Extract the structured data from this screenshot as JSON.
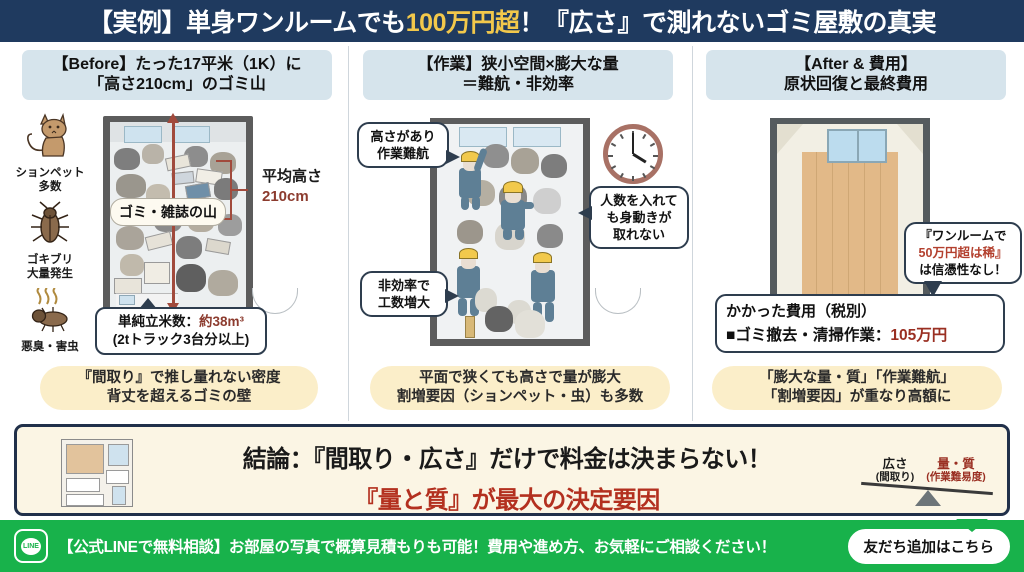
{
  "header": {
    "text_before": "【実例】単身ワンルームでも",
    "highlight": "100万円超",
    "text_after": "！『広さ』で測れないゴミ屋敷の真実",
    "bg_color": "#1f3a5f",
    "highlight_color": "#f2c84b"
  },
  "columns": {
    "before": {
      "heading_line1": "【Before】たった17平米（1K）に",
      "heading_line2": "「高さ210cm」のゴミ山",
      "side_icons": [
        {
          "icon": "cat-icon",
          "label_line1": "ションペット",
          "label_line2": "多数"
        },
        {
          "icon": "cockroach-icon",
          "label_line1": "ゴキブリ",
          "label_line2": "大量発生"
        },
        {
          "icon": "odor-pest-icon",
          "label_line1": "悪臭・害虫",
          "label_line2": ""
        }
      ],
      "pile_label": "ゴミ・雑誌の山",
      "avg_height_label": "平均高さ",
      "avg_height_value": "210cm",
      "volume_line1_prefix": "単純立米数：",
      "volume_line1_value": "約38m³",
      "volume_line2": "(2tトラック3台分以上)",
      "caption_line1": "『間取り』で推し量れない密度",
      "caption_line2": "背丈を超えるゴミの壁"
    },
    "work": {
      "heading_line1": "【作業】狭小空間×膨大な量",
      "heading_line2": "＝難航・非効率",
      "bubble_top_line1": "高さがあり",
      "bubble_top_line2": "作業難航",
      "bubble_right_line1": "人数を入れて",
      "bubble_right_line2": "も身動きが",
      "bubble_right_line3": "取れない",
      "bubble_bottom_line1": "非効率で",
      "bubble_bottom_line2": "工数増大",
      "clock_icon": "clock-icon",
      "caption_line1": "平面で狭くても高さで量が膨大",
      "caption_line2": "割増要因（ションペット・虫）も多数"
    },
    "after": {
      "heading_line1": "【After & 費用】",
      "heading_line2": "原状回復と最終費用",
      "bubble_line1": "『ワンルームで",
      "bubble_line2": "50万円超は稀』",
      "bubble_line3": "は信憑性なし！",
      "cost_title": "かかった費用（税別）",
      "cost_item_label": "■ゴミ撤去・清掃作業：",
      "cost_item_value": "105万円",
      "caption_line1": "「膨大な量・質」「作業難航」",
      "caption_line2": "「割増要因」が重なり高額に"
    }
  },
  "conclusion": {
    "line1": "結論：『間取り・広さ』だけで料金は決まらない！",
    "line2": "『量と質』が最大の決定要因",
    "line2_color": "#b3301f",
    "floorplan_icon": "floorplan-thumbnail",
    "scale": {
      "left_label": "広さ",
      "left_sub": "(間取り)",
      "right_label": "量・質",
      "right_sub": "(作業難易度)",
      "tips_toward": "right"
    }
  },
  "footer": {
    "line_icon": "line-logo-icon",
    "line_logo_text": "LINE",
    "message": "【公式LINEで無料相談】お部屋の写真で概算見積もりも可能！費用や進め方、お気軽にご相談ください！",
    "button_label": "友だち追加はこちら",
    "bg_color": "#18b24b"
  }
}
